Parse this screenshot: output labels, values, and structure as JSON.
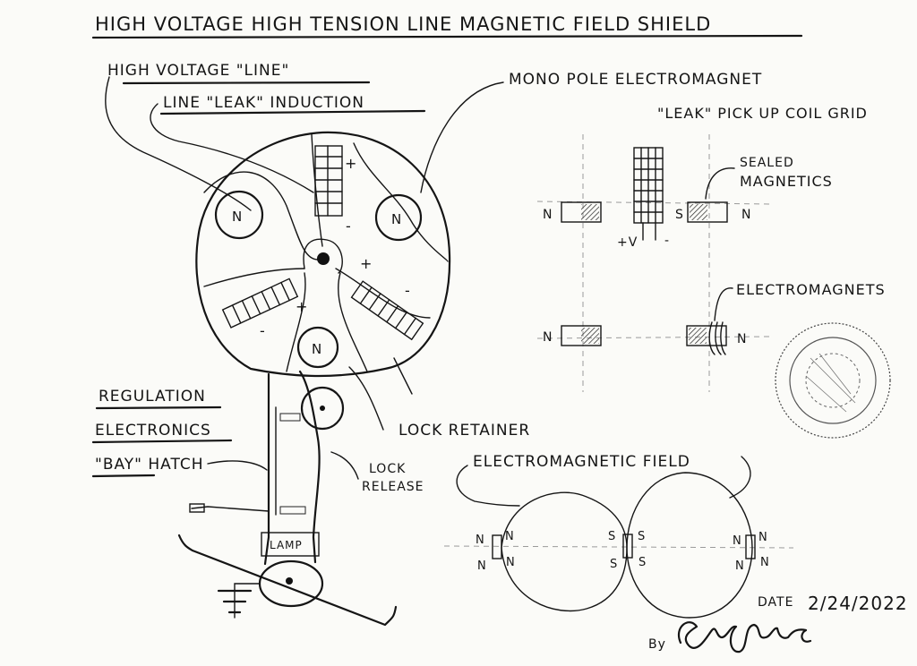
{
  "title": "HIGH VOLTAGE HIGH TENSION LINE MAGNETIC FIELD SHIELD",
  "labels": {
    "high_voltage_line": "HIGH VOLTAGE \"LINE\"",
    "line_leak_induction": "LINE \"LEAK\" INDUCTION",
    "mono_pole_electromagnet": "MONO POLE ELECTROMAGNET",
    "leak_pickup_coil_grid": "\"LEAK\" PICK UP COIL GRID",
    "sealed": "SEALED",
    "magnetics": "MAGNETICS",
    "electromagnets": "ELECTROMAGNETS",
    "regulation": "REGULATION",
    "electronics": "ELECTRONICS",
    "bay_hatch": "\"BAY\" HATCH",
    "lock_retainer": "LOCK RETAINER",
    "lock": "LOCK",
    "release": "RELEASE",
    "lamp": "LAMP",
    "electromagnetic_field": "ELECTROMAGNETIC FIELD",
    "date_label": "DATE",
    "date_value": "2/24/2022",
    "by": "By"
  },
  "poles": {
    "n": "N",
    "s": "S",
    "plus": "+",
    "minus": "-",
    "plus_v": "+V"
  },
  "signature": "Eric J Crews"
}
